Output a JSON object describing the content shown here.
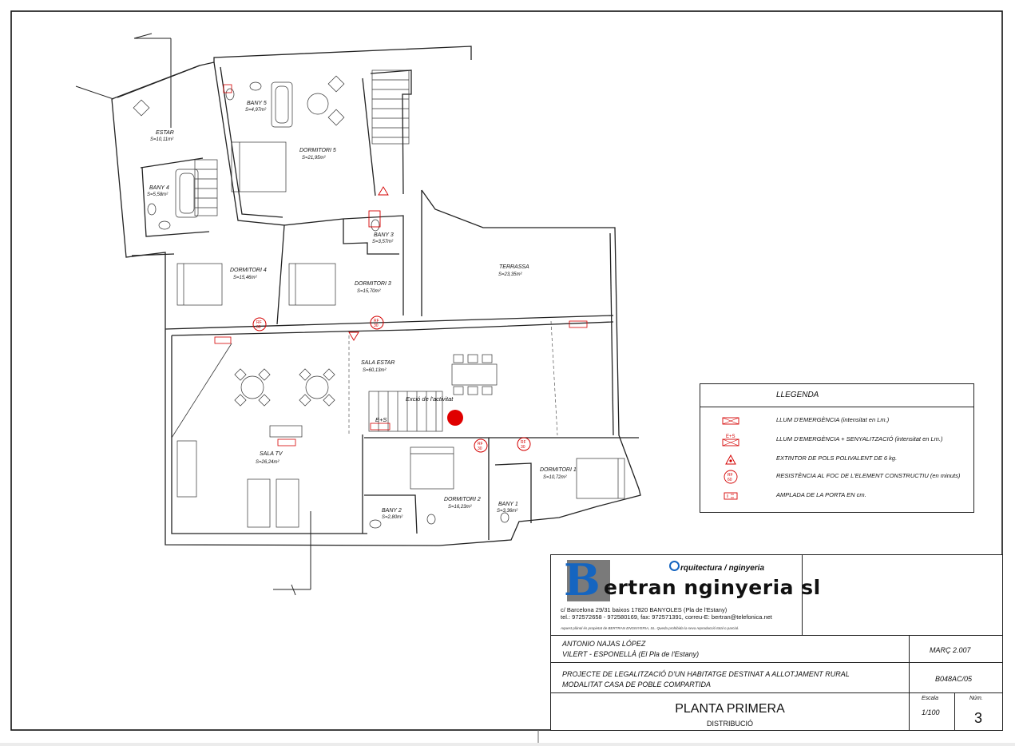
{
  "rooms": [
    {
      "name": "ESTAR",
      "area": "S=10,11m²"
    },
    {
      "name": "BANY 5",
      "area": "S=4,97m²"
    },
    {
      "name": "DORMITORI 5",
      "area": "S=21,95m²"
    },
    {
      "name": "BANY 4",
      "area": "S=5,58m²"
    },
    {
      "name": "BANY 3",
      "area": "S=3,57m²"
    },
    {
      "name": "DORMITORI 4",
      "area": "S=15,46m²"
    },
    {
      "name": "DORMITORI 3",
      "area": "S=15,70m²"
    },
    {
      "name": "TERRASSA",
      "area": "S=23,35m²"
    },
    {
      "name": "SALA ESTAR",
      "area": "S=60,13m²"
    },
    {
      "name": "SALA TV",
      "area": "S=26,24m²"
    },
    {
      "name": "DORMITORI 1",
      "area": "S=10,72m²"
    },
    {
      "name": "DORMITORI 2",
      "area": "S=16,23m²"
    },
    {
      "name": "BANY 2",
      "area": "S=2,80m²"
    },
    {
      "name": "BANY 1",
      "area": "S=3,36m²"
    }
  ],
  "annotations": {
    "exit_label": "Exció de l'activitat",
    "es_label": "E+S",
    "rf_label": "RF",
    "rf_value": "30"
  },
  "legend": {
    "title": "LLEGENDA",
    "items": [
      {
        "label": "LLUM D'EMERGÈNCIA (intensitat en Lm.)",
        "icon": "emergency-light-icon"
      },
      {
        "label": "LLUM D'EMERGÈNCIA + SENYALITZACIÓ (intensitat en Lm.)",
        "icon": "emergency-sign-light-icon"
      },
      {
        "label": "EXTINTOR DE POLS POLIVALENT DE 6 kg.",
        "icon": "extinguisher-icon"
      },
      {
        "label": "RESISTÈNCIA AL FOC DE L'ELEMENT CONSTRUCTIU (en minuts)",
        "icon": "fire-resistance-icon"
      },
      {
        "label": "AMPLADA DE LA PORTA EN cm.",
        "icon": "door-width-icon"
      }
    ],
    "symbols": {
      "es": "E+S",
      "rf": "RF",
      "rf_value": "60"
    }
  },
  "title_block": {
    "tagline": "rquitectura / nginyeria",
    "company": "ertran  nginyeria sl",
    "address_line1": "c/ Barcelona 29/31 baixos 17820 BANYOLES (Pla de l'Estany)",
    "address_line2": "tel.: 972572658 - 972580169, fax: 972571391, correu-E: bertran@telefonica.net",
    "copyright": "Aquest plànol és propietat de BERTRAN ENGINYERIA, SL. Queda prohibida la seva reproducció total o parcial.",
    "client_name": "ANTONIO NAJAS LÓPEZ",
    "client_location": "VILERT -  ESPONELLÀ (El Pla de l'Estany)",
    "date": "MARÇ 2.007",
    "project_line1": "PROJECTE DE LEGALITZACIÓ D'UN HABITATGE DESTINAT A ALLOTJAMENT RURAL",
    "project_line2": "MODALITAT CASA DE POBLE COMPARTIDA",
    "code": "B048AC/05",
    "sheet_title": "PLANTA PRIMERA",
    "sheet_subtitle": "DISTRIBUCIÓ",
    "scale_label": "Escala",
    "scale_value": "1/100",
    "number_label": "Núm.",
    "number_value": "3"
  },
  "colors": {
    "accent_red": "#d40000",
    "logo_blue": "#1565c0"
  }
}
